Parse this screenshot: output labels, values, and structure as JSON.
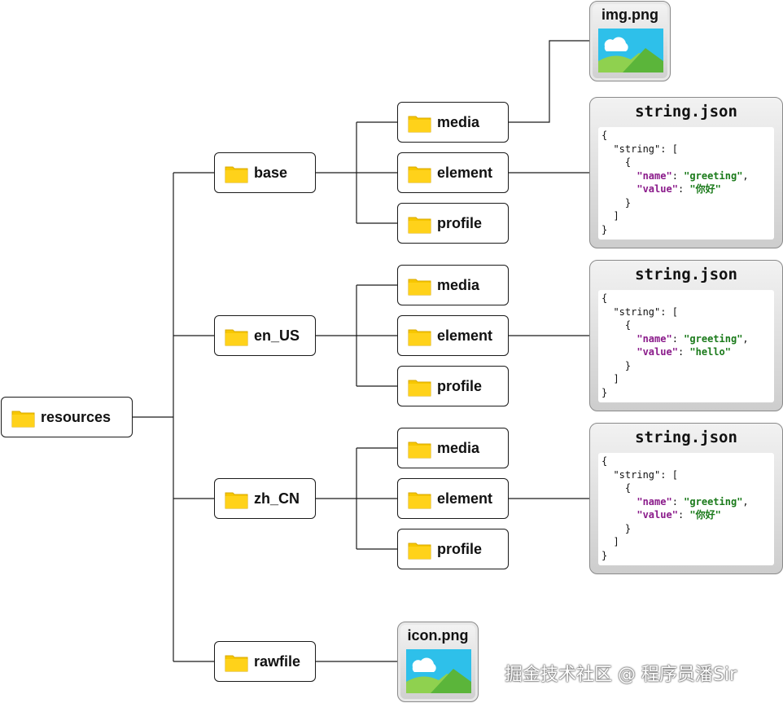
{
  "tree": {
    "root": "resources",
    "level1": [
      "base",
      "en_US",
      "zh_CN",
      "rawfile"
    ],
    "subfolders": [
      "media",
      "element",
      "profile"
    ]
  },
  "images": {
    "img": "img.png",
    "icon": "icon.png"
  },
  "json_files": [
    {
      "title": "string.json",
      "name_key": "\"name\"",
      "name_value": "\"greeting\"",
      "value_key": "\"value\"",
      "value_value": "\"你好\""
    },
    {
      "title": "string.json",
      "name_key": "\"name\"",
      "name_value": "\"greeting\"",
      "value_key": "\"value\"",
      "value_value": "\"hello\""
    },
    {
      "title": "string.json",
      "name_key": "\"name\"",
      "name_value": "\"greeting\"",
      "value_key": "\"value\"",
      "value_value": "\"你好\""
    }
  ],
  "json_common": {
    "open_brace": "{",
    "string_key": "  \"string\": [",
    "inner_open": "    {",
    "inner_close": "    }",
    "array_close": "  ]",
    "close_brace": "}"
  },
  "watermark": "掘金技术社区 @ 程序员潘Sir",
  "colors": {
    "folder": "#f7c700",
    "json_key": "#8a1a8a",
    "json_value": "#1a7a1a"
  }
}
